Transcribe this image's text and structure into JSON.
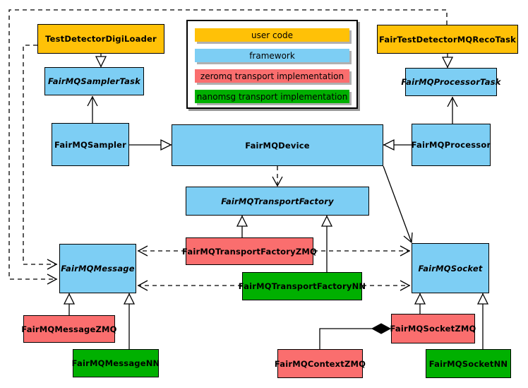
{
  "colors": {
    "user_code": "#FFC107",
    "framework": "#7DCEF4",
    "zeromq": "#FA6E6E",
    "nanomsg": "#00B000"
  },
  "legend": {
    "items": [
      {
        "label": "user code",
        "color": "#FFC107"
      },
      {
        "label": "framework",
        "color": "#7DCEF4"
      },
      {
        "label": "zeromq transport implementation",
        "color": "#FA6E6E"
      },
      {
        "label": "nanomsg transport implementation",
        "color": "#00B000"
      }
    ]
  },
  "nodes": {
    "testDetectorDigiLoader": {
      "label": "TestDetectorDigiLoader",
      "category": "user code",
      "abstract": false
    },
    "fairTestDetectorMQRecoTask": {
      "label": "FairTestDetectorMQRecoTask",
      "category": "user code",
      "abstract": false
    },
    "fairMQSamplerTask": {
      "label": "FairMQSamplerTask",
      "category": "framework",
      "abstract": true
    },
    "fairMQProcessorTask": {
      "label": "FairMQProcessorTask",
      "category": "framework",
      "abstract": true
    },
    "fairMQSampler": {
      "label": "FairMQSampler",
      "category": "framework",
      "abstract": false
    },
    "fairMQDevice": {
      "label": "FairMQDevice",
      "category": "framework",
      "abstract": false
    },
    "fairMQProcessor": {
      "label": "FairMQProcessor",
      "category": "framework",
      "abstract": false
    },
    "fairMQTransportFactory": {
      "label": "FairMQTransportFactory",
      "category": "framework",
      "abstract": true
    },
    "fairMQTransportFactoryZMQ": {
      "label": "FairMQTransportFactoryZMQ",
      "category": "zeromq transport implementation",
      "abstract": false
    },
    "fairMQTransportFactoryNN": {
      "label": "FairMQTransportFactoryNN",
      "category": "nanomsg transport implementation",
      "abstract": false
    },
    "fairMQMessage": {
      "label": "FairMQMessage",
      "category": "framework",
      "abstract": true
    },
    "fairMQSocket": {
      "label": "FairMQSocket",
      "category": "framework",
      "abstract": true
    },
    "fairMQMessageZMQ": {
      "label": "FairMQMessageZMQ",
      "category": "zeromq transport implementation",
      "abstract": false
    },
    "fairMQMessageNN": {
      "label": "FairMQMessageNN",
      "category": "nanomsg transport implementation",
      "abstract": false
    },
    "fairMQSocketZMQ": {
      "label": "FairMQSocketZMQ",
      "category": "zeromq transport implementation",
      "abstract": false
    },
    "fairMQSocketNN": {
      "label": "FairMQSocketNN",
      "category": "nanomsg transport implementation",
      "abstract": false
    },
    "fairMQContextZMQ": {
      "label": "FairMQContextZMQ",
      "category": "zeromq transport implementation",
      "abstract": false
    }
  },
  "edges": [
    {
      "from": "testDetectorDigiLoader",
      "to": "fairMQSamplerTask",
      "type": "inheritance",
      "style": "solid"
    },
    {
      "from": "fairTestDetectorMQRecoTask",
      "to": "fairMQProcessorTask",
      "type": "inheritance",
      "style": "solid"
    },
    {
      "from": "fairMQSampler",
      "to": "fairMQDevice",
      "type": "inheritance",
      "style": "solid"
    },
    {
      "from": "fairMQProcessor",
      "to": "fairMQDevice",
      "type": "inheritance",
      "style": "solid"
    },
    {
      "from": "fairMQTransportFactoryZMQ",
      "to": "fairMQTransportFactory",
      "type": "inheritance",
      "style": "solid"
    },
    {
      "from": "fairMQTransportFactoryNN",
      "to": "fairMQTransportFactory",
      "type": "inheritance",
      "style": "solid"
    },
    {
      "from": "fairMQMessageZMQ",
      "to": "fairMQMessage",
      "type": "inheritance",
      "style": "solid"
    },
    {
      "from": "fairMQMessageNN",
      "to": "fairMQMessage",
      "type": "inheritance",
      "style": "solid"
    },
    {
      "from": "fairMQSocketZMQ",
      "to": "fairMQSocket",
      "type": "inheritance",
      "style": "solid"
    },
    {
      "from": "fairMQSocketNN",
      "to": "fairMQSocket",
      "type": "inheritance",
      "style": "solid"
    },
    {
      "from": "fairMQSampler",
      "to": "fairMQSamplerTask",
      "type": "association",
      "style": "solid"
    },
    {
      "from": "fairMQProcessor",
      "to": "fairMQProcessorTask",
      "type": "association",
      "style": "solid"
    },
    {
      "from": "fairMQDevice",
      "to": "fairMQSocket",
      "type": "association",
      "style": "solid"
    },
    {
      "from": "fairMQDevice",
      "to": "fairMQTransportFactory",
      "type": "dependency",
      "style": "dashed"
    },
    {
      "from": "fairMQTransportFactoryZMQ",
      "to": "fairMQMessage",
      "type": "dependency",
      "style": "dashed"
    },
    {
      "from": "fairMQTransportFactoryNN",
      "to": "fairMQMessage",
      "type": "dependency",
      "style": "dashed"
    },
    {
      "from": "fairMQTransportFactoryZMQ",
      "to": "fairMQSocket",
      "type": "dependency",
      "style": "dashed"
    },
    {
      "from": "fairMQTransportFactoryNN",
      "to": "fairMQSocket",
      "type": "dependency",
      "style": "dashed"
    },
    {
      "from": "fairTestDetectorMQRecoTask",
      "to": "fairMQMessage",
      "type": "dependency",
      "style": "dashed"
    },
    {
      "from": "testDetectorDigiLoader",
      "to": "fairMQMessage",
      "type": "dependency",
      "style": "dashed"
    },
    {
      "from": "fairMQSocketZMQ",
      "to": "fairMQContextZMQ",
      "type": "composition",
      "style": "solid"
    }
  ]
}
